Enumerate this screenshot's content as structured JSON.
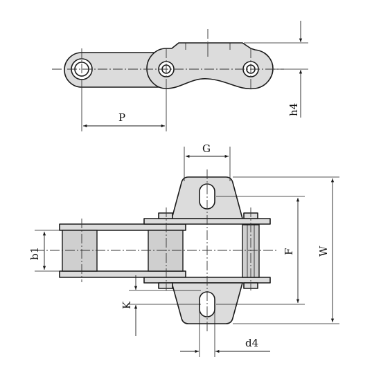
{
  "labels": {
    "pitch": "P",
    "plate_height": "h4",
    "attachment_width": "G",
    "inner_width": "b1",
    "hole_spacing": "F",
    "overall_width": "W",
    "attachment_offset": "K",
    "hole_diameter": "d4"
  }
}
